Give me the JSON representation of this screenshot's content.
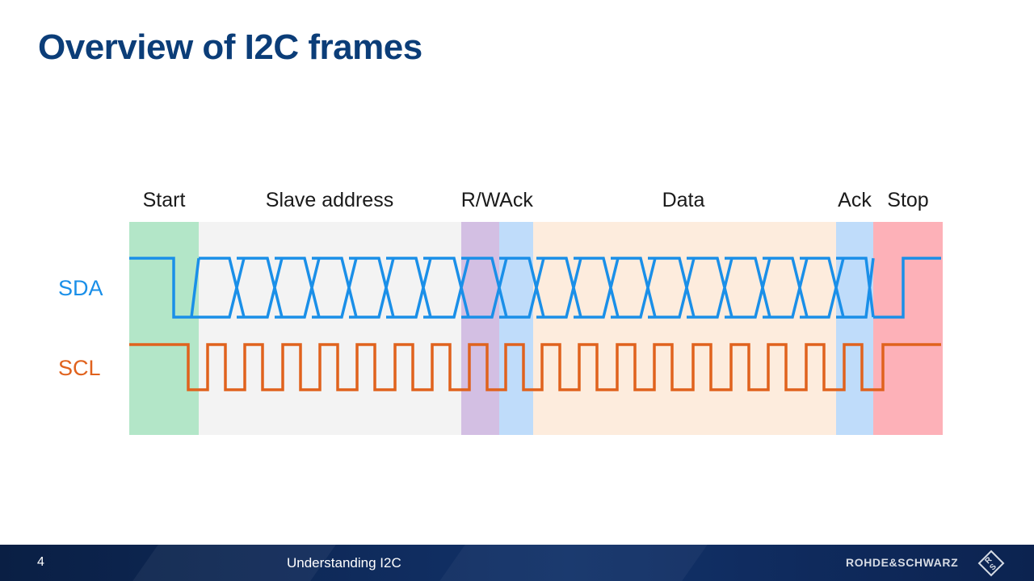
{
  "slide": {
    "title": "Overview of I2C frames"
  },
  "diagram": {
    "segments": [
      {
        "label": "Start",
        "color": "#b3e6c8"
      },
      {
        "label": "Slave address",
        "color": "#f3f3f3"
      },
      {
        "label": "R/W",
        "color": "#d3bfe3"
      },
      {
        "label": "Ack",
        "color": "#bfdcfa"
      },
      {
        "label": "Data",
        "color": "#fdecdd"
      },
      {
        "label": "Ack",
        "color": "#bfdcfa"
      },
      {
        "label": "Stop",
        "color": "#fdb1b8"
      }
    ],
    "signals": [
      {
        "name": "SDA",
        "color": "#1a8fe8"
      },
      {
        "name": "SCL",
        "color": "#e0621d"
      }
    ]
  },
  "footer": {
    "page_number": "4",
    "title": "Understanding I2C",
    "brand": "ROHDE&SCHWARZ"
  }
}
